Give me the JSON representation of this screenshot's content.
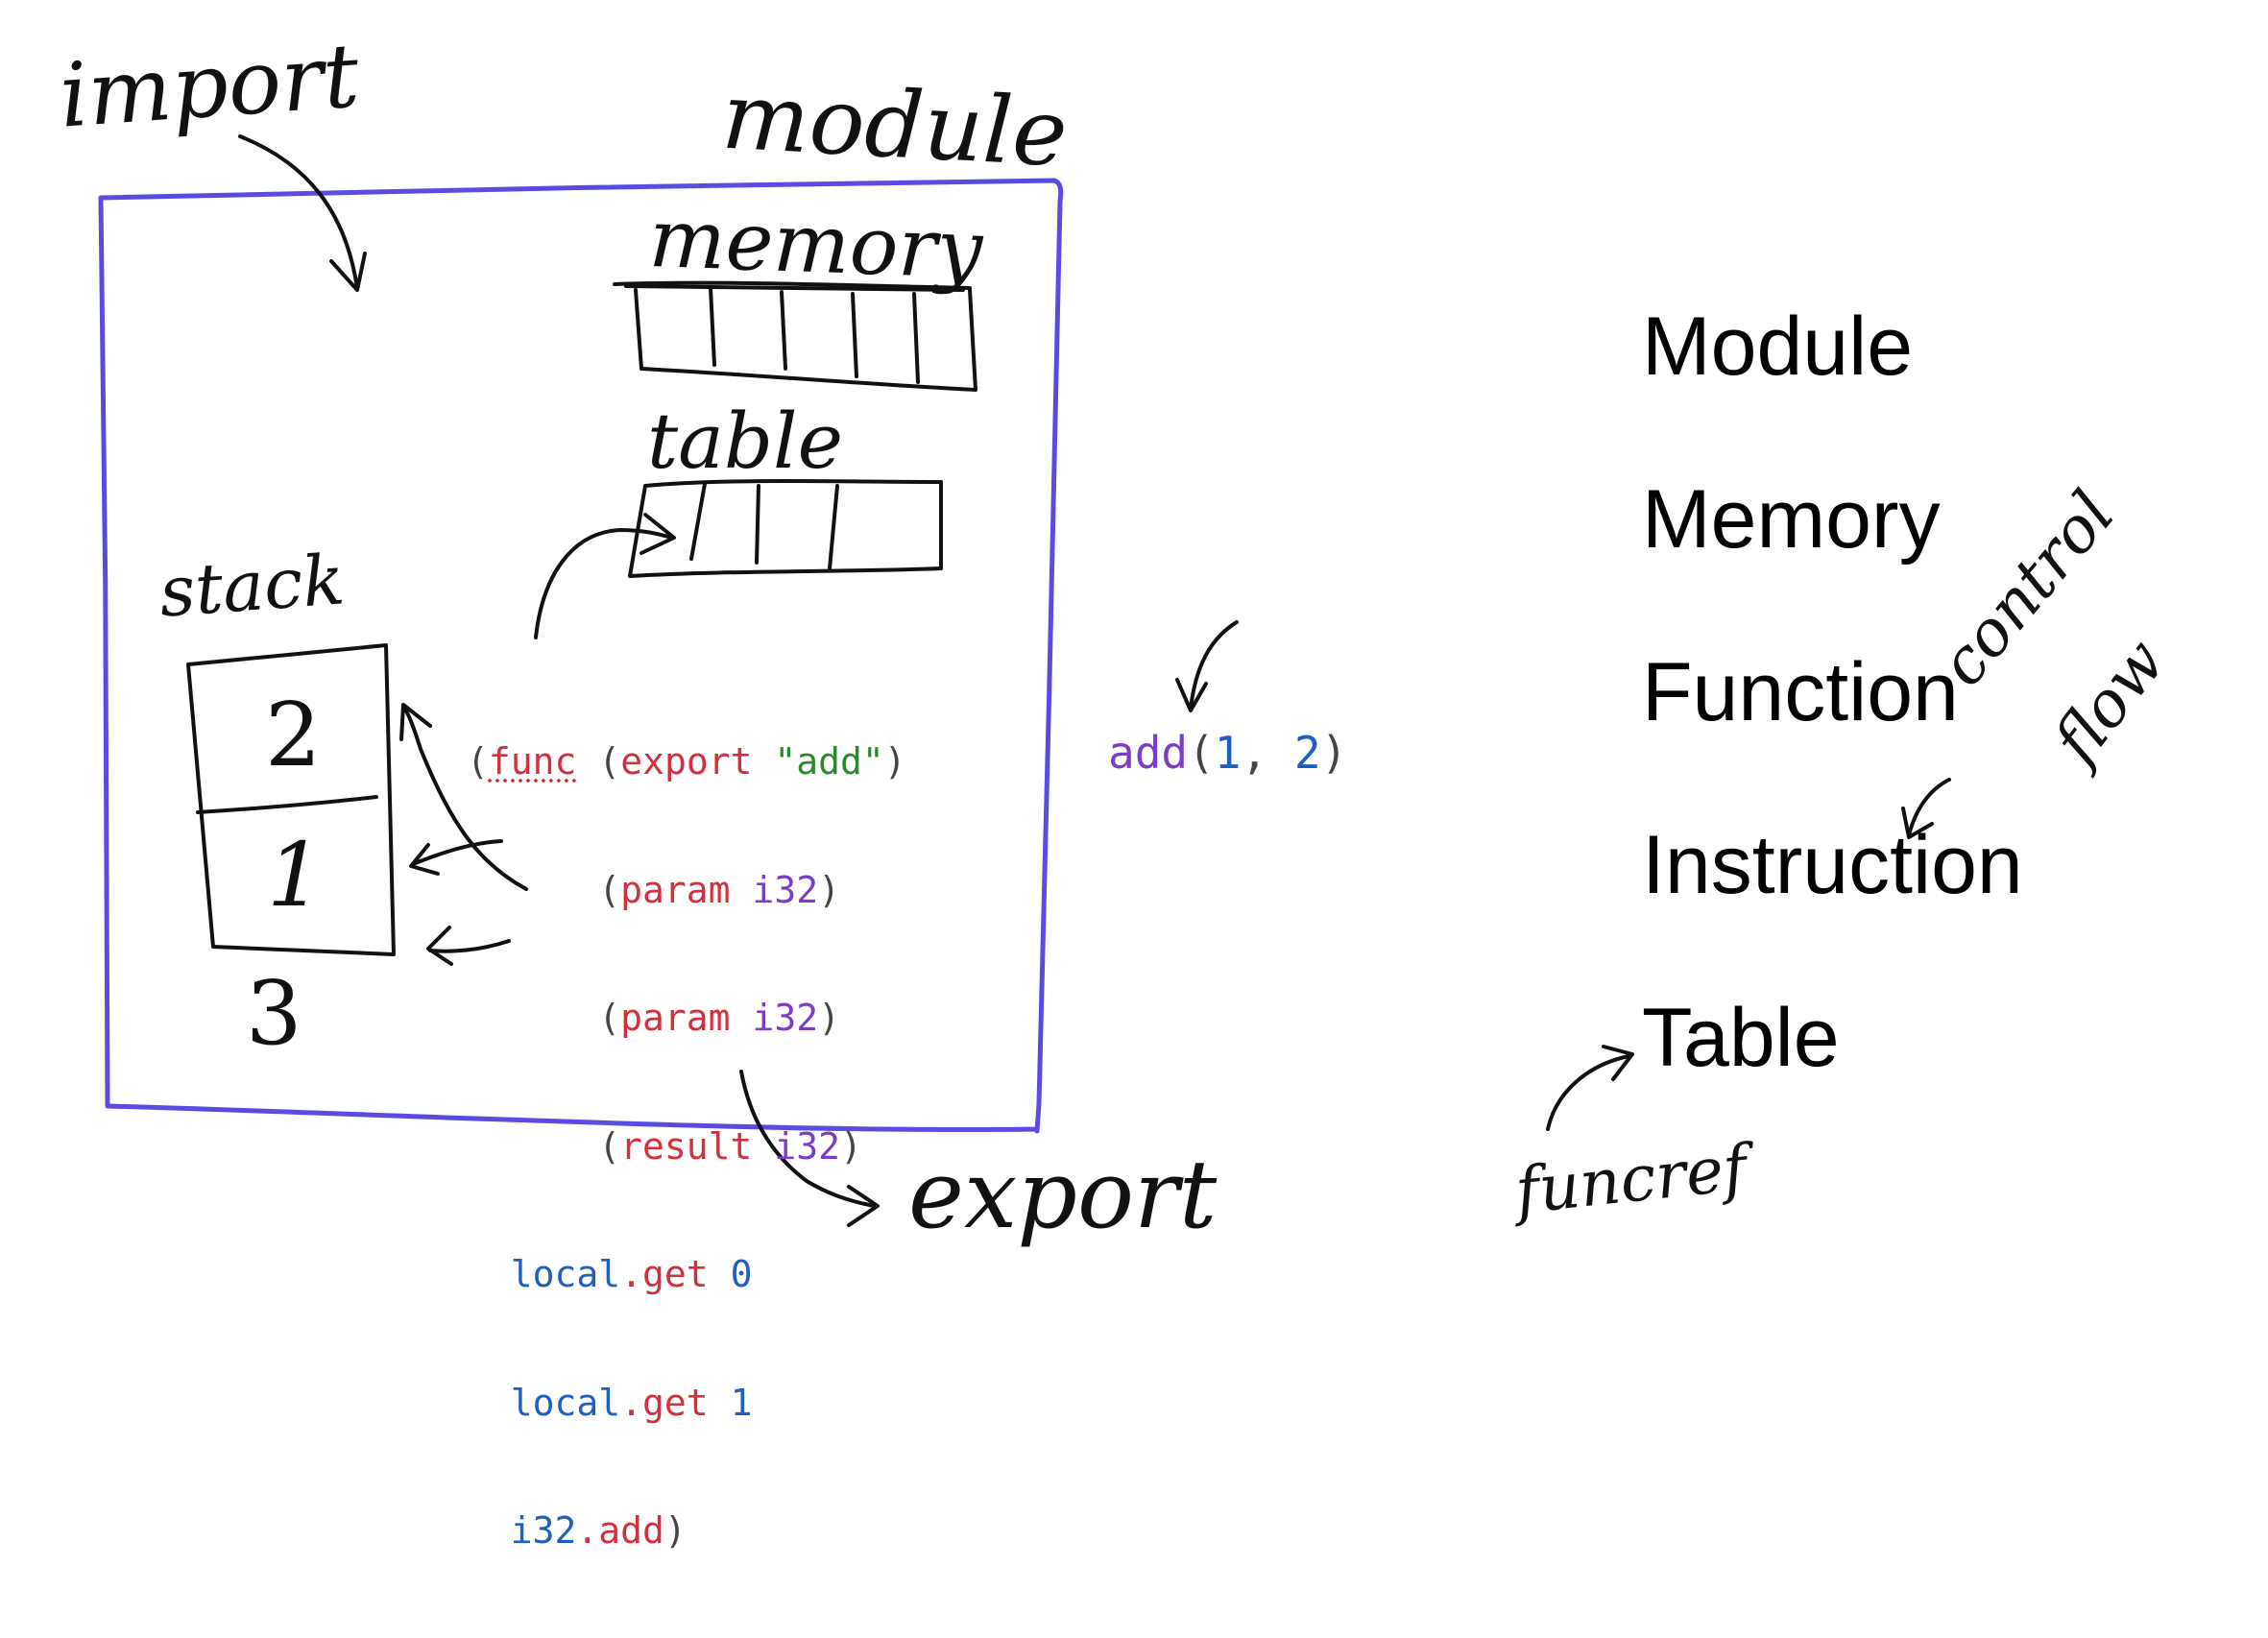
{
  "colors": {
    "module_border": "#5b4be0",
    "ink": "#111111",
    "keyword": "#d1313d",
    "string": "#2a8a2a",
    "type": "#7a3dc7",
    "number": "#1f5fbf"
  },
  "labels": {
    "import": "import",
    "module": "module",
    "memory": "memory",
    "table": "table",
    "stack": "stack",
    "export": "export",
    "funcref": "funcref",
    "control": "control",
    "flow": "flow"
  },
  "stack": {
    "cell_top": "2",
    "cell_bottom": "1",
    "result": "3"
  },
  "code": {
    "open": "(",
    "func": "func",
    "export_kw": "export",
    "export_name": "\"add\"",
    "param": "param",
    "result": "result",
    "i32": "i32",
    "local": "local",
    "dot": ".",
    "get": "get",
    "idx0": "0",
    "idx1": "1",
    "add": "add",
    "close": ")"
  },
  "call": {
    "fn": "add",
    "arg1": "1",
    "comma": ",",
    "arg2": "2"
  },
  "concepts": [
    "Module",
    "Memory",
    "Function",
    "Instruction",
    "Table"
  ]
}
